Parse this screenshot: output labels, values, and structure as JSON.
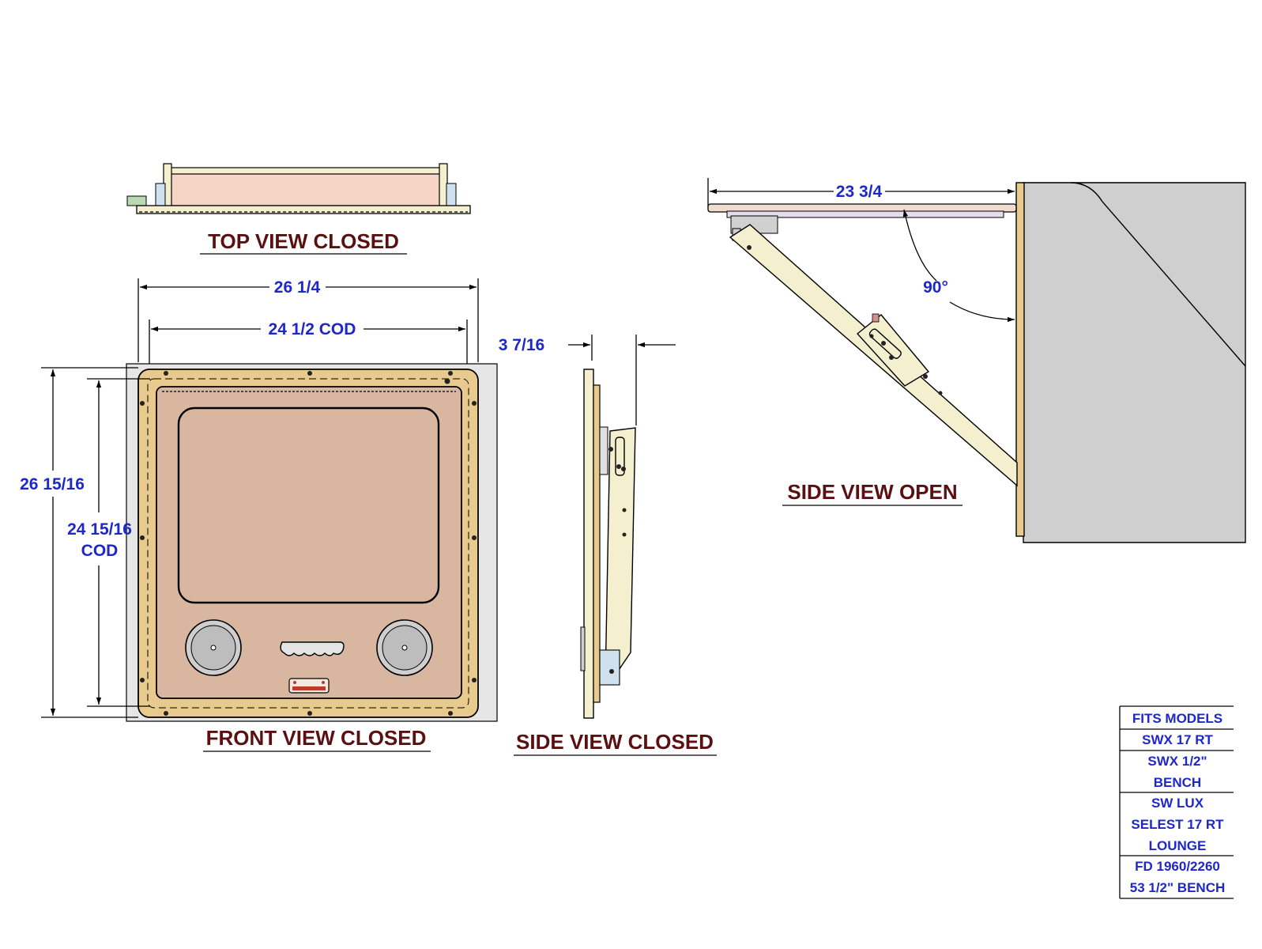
{
  "views": {
    "top_closed": "TOP VIEW CLOSED",
    "front_closed": "FRONT VIEW CLOSED",
    "side_closed": "SIDE VIEW CLOSED",
    "side_open": "SIDE VIEW OPEN"
  },
  "dimensions": {
    "overall_width": "26 1/4",
    "cod_width": "24 1/2 COD",
    "overall_height": "26 15/16",
    "cod_height_line1": "24 15/16",
    "cod_height_line2": "COD",
    "side_depth": "3 7/16",
    "open_length": "23 3/4",
    "open_angle": "90°"
  },
  "fits_models": {
    "rows": [
      "FITS MODELS",
      "SWX 17 RT",
      "SWX 1/2\"",
      "BENCH",
      "SW LUX",
      "SELEST 17 RT",
      "LOUNGE",
      "FD 1960/2260",
      "53 1/2\" BENCH"
    ]
  },
  "colors": {
    "panel": "#d9b6a0",
    "frame": "#e8c98e",
    "rail": "#f3efcf",
    "wall": "#cfcfcf",
    "dimension_text": "#1e28c8",
    "title_text": "#5a1010"
  }
}
